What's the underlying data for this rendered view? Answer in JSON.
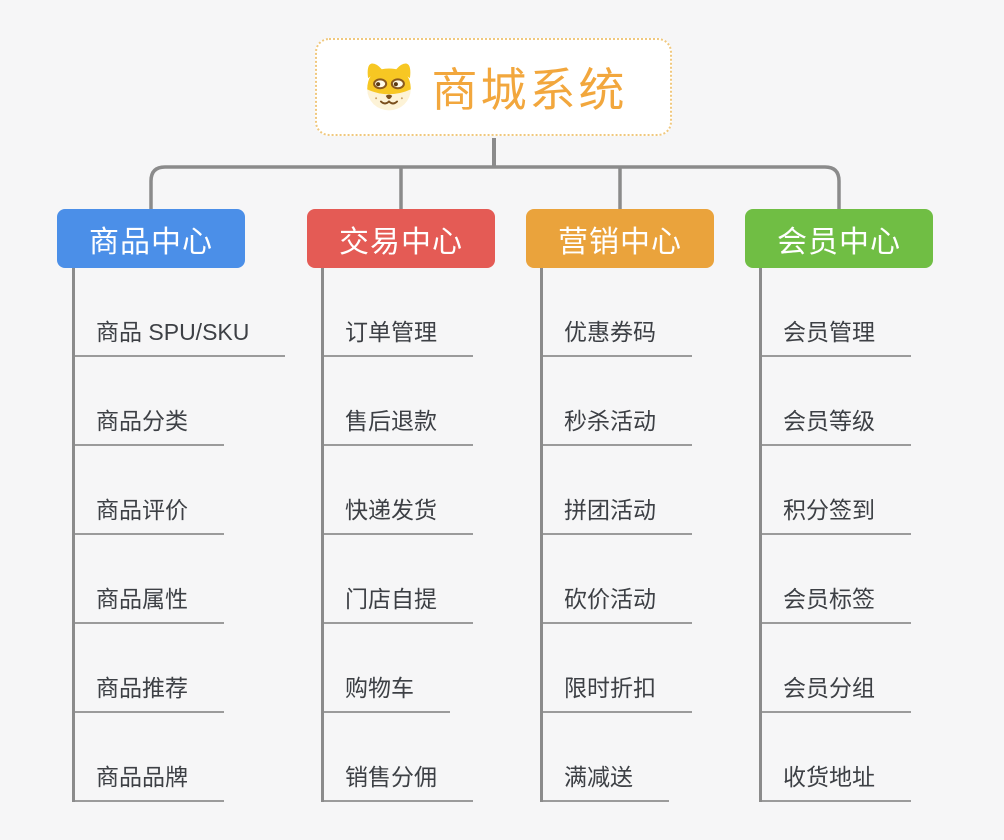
{
  "root": {
    "title": "商城系统",
    "icon": "dog-face"
  },
  "branches": [
    {
      "label": "商品中心",
      "color": "#4b8fe8",
      "items": [
        "商品 SPU/SKU",
        "商品分类",
        "商品评价",
        "商品属性",
        "商品推荐",
        "商品品牌"
      ]
    },
    {
      "label": "交易中心",
      "color": "#e45b55",
      "items": [
        "订单管理",
        "售后退款",
        "快递发货",
        "门店自提",
        "购物车",
        "销售分佣"
      ]
    },
    {
      "label": "营销中心",
      "color": "#eaa33c",
      "items": [
        "优惠券码",
        "秒杀活动",
        "拼团活动",
        "砍价活动",
        "限时折扣",
        "满减送"
      ]
    },
    {
      "label": "会员中心",
      "color": "#70be44",
      "items": [
        "会员管理",
        "会员等级",
        "积分签到",
        "会员标签",
        "会员分组",
        "收货地址"
      ]
    }
  ],
  "colors": {
    "background": "#f6f6f7",
    "connector": "#8b8b8b",
    "underline": "#9b9b9b",
    "root_border": "#f0c87e",
    "root_text": "#f2a73d",
    "item_text": "#3d4045"
  }
}
